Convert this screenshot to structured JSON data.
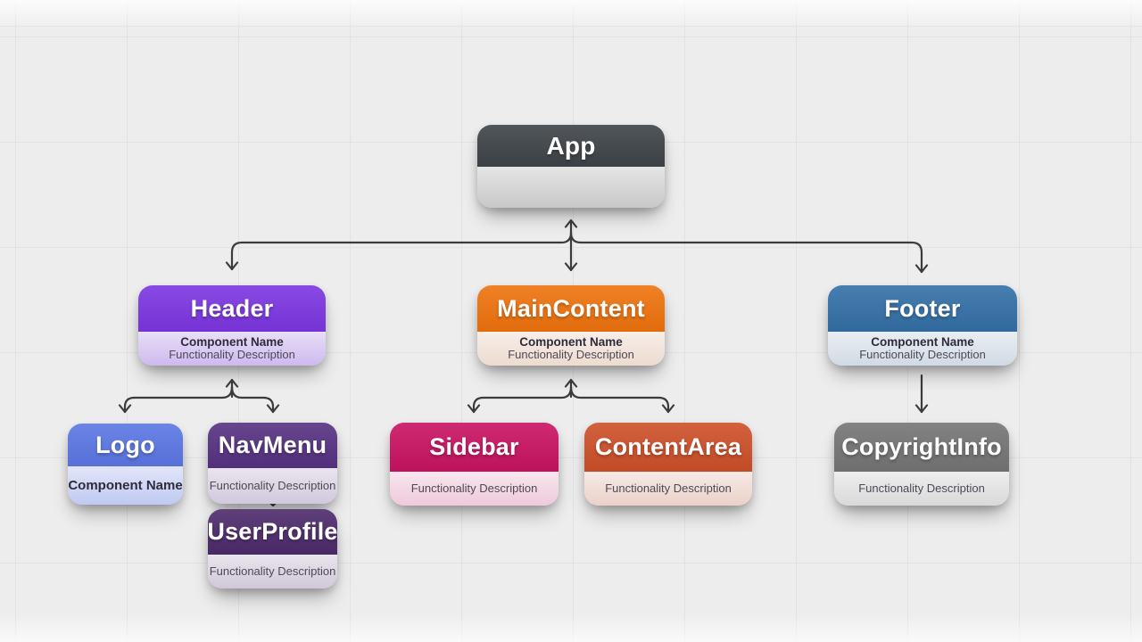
{
  "canvas": {
    "background": "#ededed",
    "grid_color": "#e2e2e2",
    "connector_color": "#3c3c3c"
  },
  "nodes": {
    "app": {
      "label": "App",
      "header_color": "#3e4347",
      "body_color": "#c6c6c6"
    },
    "header": {
      "label": "Header",
      "header_color": "#7b35e0",
      "body_color": "#cbb7ee",
      "line1": "Component Name",
      "line2": "Functionality Description"
    },
    "maincontent": {
      "label": "MainContent",
      "header_color": "#ee720d",
      "body_color": "#eddacd",
      "line1": "Component Name",
      "line2": "Functionality Description"
    },
    "footer": {
      "label": "Footer",
      "header_color": "#336fa6",
      "body_color": "#cfd9e4",
      "line1": "Component Name",
      "line2": "Functionality Description"
    },
    "logo": {
      "label": "Logo",
      "header_color": "#5b76e3",
      "body_color": "#bdc7f1",
      "line1": "Component Name"
    },
    "navmenu": {
      "label": "NavMenu",
      "header_color": "#563181",
      "body_color": "#cfc6db",
      "line2": "Functionality Description"
    },
    "userprofile": {
      "label": "UserProfile",
      "header_color": "#4c2a6b",
      "body_color": "#cec6d7",
      "line2": "Functionality Description"
    },
    "sidebar": {
      "label": "Sidebar",
      "header_color": "#c81261",
      "body_color": "#eec8d9",
      "line2": "Functionality Description"
    },
    "contentarea": {
      "label": "ContentArea",
      "header_color": "#cd4f28",
      "body_color": "#ead0c6",
      "line2": "Functionality Description"
    },
    "copyrightinfo": {
      "label": "CopyrightInfo",
      "header_color": "#747474",
      "body_color": "#d8d8d8",
      "line2": "Functionality Description"
    }
  },
  "edges": [
    {
      "from": "App",
      "to": "Header"
    },
    {
      "from": "App",
      "to": "MainContent"
    },
    {
      "from": "App",
      "to": "Footer"
    },
    {
      "from": "Header",
      "to": "Logo"
    },
    {
      "from": "Header",
      "to": "NavMenu"
    },
    {
      "from": "NavMenu",
      "to": "UserProfile"
    },
    {
      "from": "MainContent",
      "to": "Sidebar"
    },
    {
      "from": "MainContent",
      "to": "ContentArea"
    },
    {
      "from": "Footer",
      "to": "CopyrightInfo"
    }
  ]
}
